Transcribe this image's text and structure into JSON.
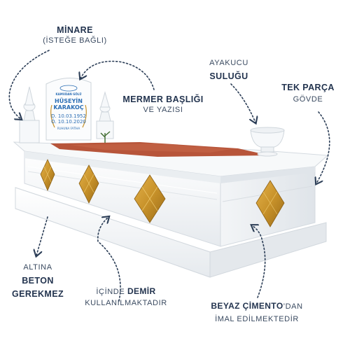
{
  "labels": {
    "minare": {
      "title": "MİNARE",
      "sub": "(İSTEĞE BAĞLI)"
    },
    "mermer": {
      "title": "MERMER BAŞLIĞI",
      "sub": "VE YAZISI"
    },
    "ayakucu": {
      "top": "AYAKUCU",
      "title": "SULUĞU"
    },
    "tekparca": {
      "title": "TEK PARÇA",
      "sub": "GÖVDE"
    },
    "beton": {
      "top": "ALTINA",
      "line2": "BETON",
      "line3": "GEREKMEZ"
    },
    "demir": {
      "prefix": "İÇİNDE ",
      "bold": "DEMİR",
      "line2": "KULLANILMAKTADIR"
    },
    "cimento": {
      "bold": "BEYAZ ÇİMENTO",
      "suffix": "’DAN",
      "line2": "İMAL EDİLMEKTEDİR"
    }
  },
  "headstone": {
    "line1": "KAMUDAN GÖLÜ",
    "name1": "HÜSEYİN",
    "name2": "KARAKOÇ",
    "born": "D. 10.03.1952",
    "died": "Ö. 10.10.2020",
    "footer": "RUHUNA FATİHA"
  },
  "colors": {
    "marble": "#f4f6f8",
    "soil": "#b7553a",
    "gold": "#c8922a",
    "text": "#23344f",
    "headstone_text": "#2d6fb5"
  }
}
